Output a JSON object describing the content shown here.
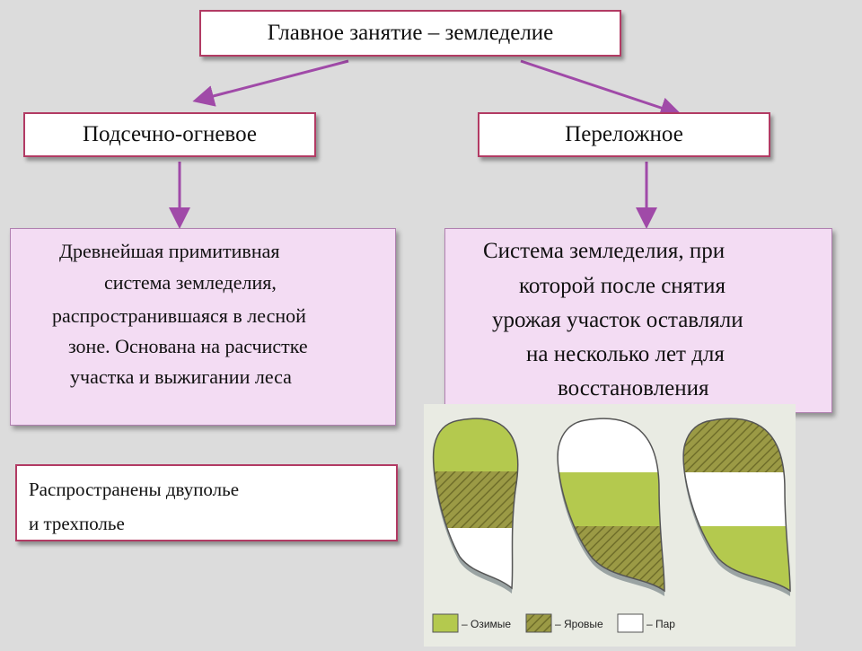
{
  "diagram": {
    "root": "Главное занятие – земледелие",
    "left": {
      "title": "Подсечно-огневое",
      "description": [
        "Древнейшая примитивная",
        "система земледелия,",
        "распространившаяся в лесной",
        "зоне. Основана на расчистке",
        "участка и выжигании леса"
      ]
    },
    "right": {
      "title": "Переложное",
      "description": [
        "Система земледелия, при",
        "которой после снятия",
        "урожая участок оставляли",
        "на несколько лет для",
        "восстановления"
      ]
    },
    "note": [
      "Распространены двуполье",
      "и трехполье"
    ]
  },
  "illustration": {
    "legend": [
      {
        "label": "– Озимые",
        "pattern": "winter"
      },
      {
        "label": "– Яровые",
        "pattern": "spring"
      },
      {
        "label": "– Пар",
        "pattern": "fallow"
      }
    ]
  },
  "colors": {
    "background": "#dcdcdc",
    "box_border": "#b23b64",
    "arrow": "#a04aa8",
    "description_fill": "#f3dcf3",
    "winter_crops": "#b4c94e",
    "spring_crops": "#8b8a3a",
    "fallow": "#ffffff"
  }
}
